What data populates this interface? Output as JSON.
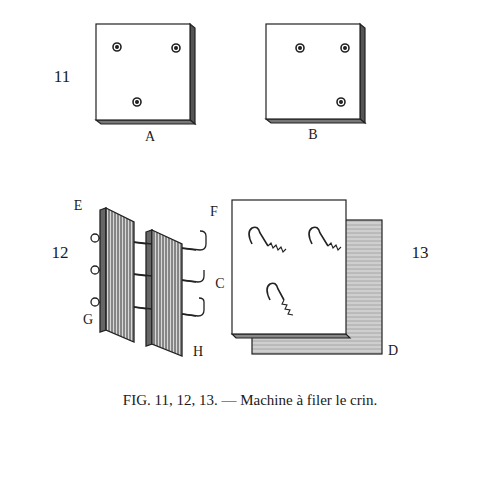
{
  "diagram": {
    "caption": "FIG. 11, 12, 13. — Machine à filer le crin.",
    "labels": [
      "11",
      "A",
      "B",
      "E",
      "F",
      "12",
      "G",
      "H",
      "C",
      "13",
      "D"
    ]
  }
}
